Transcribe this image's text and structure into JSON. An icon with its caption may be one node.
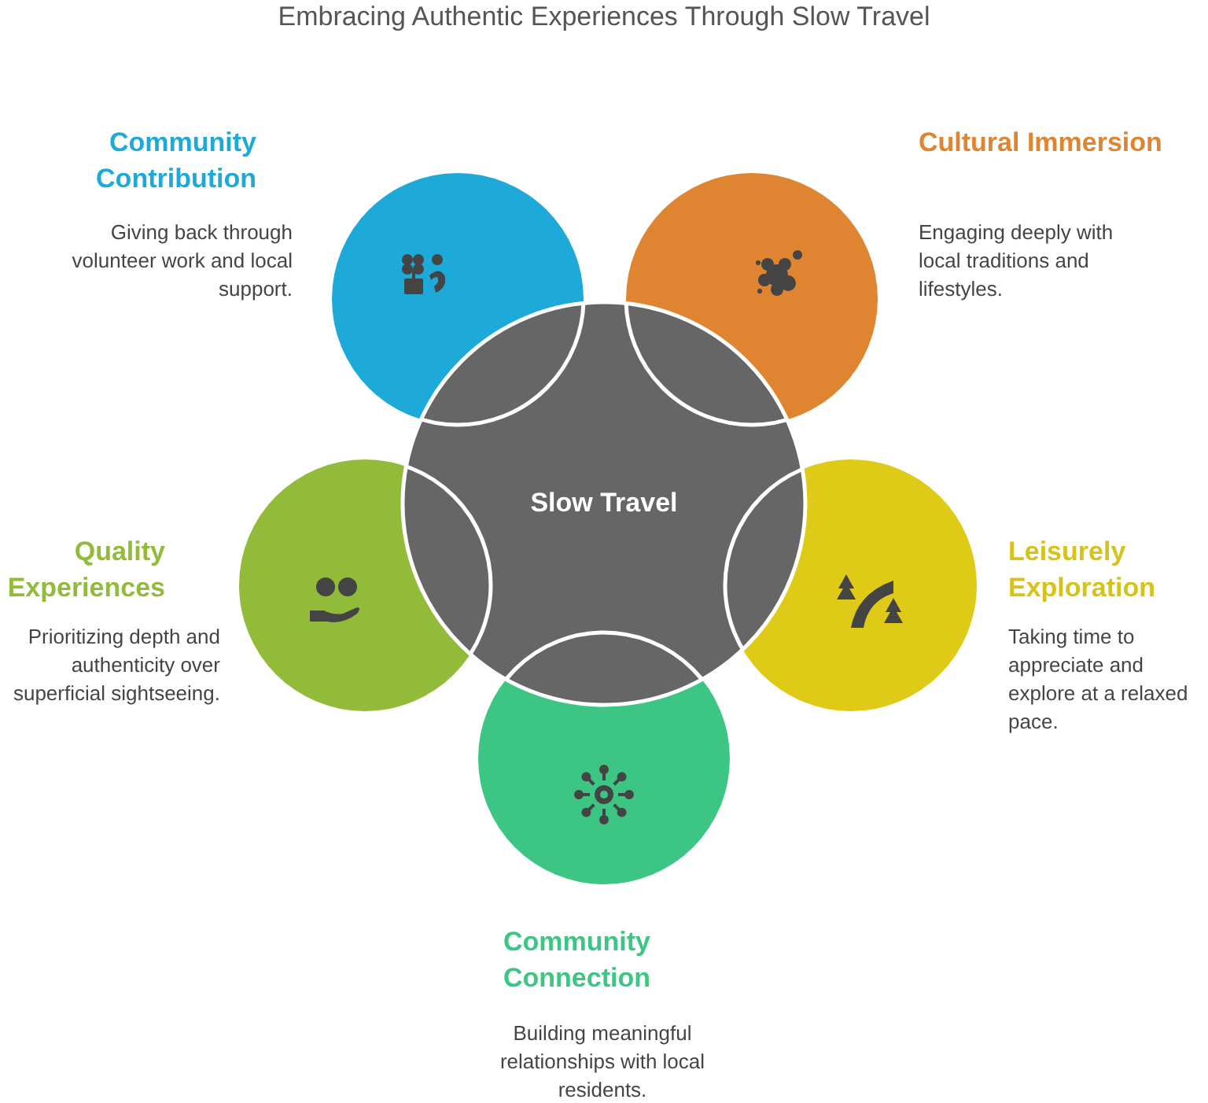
{
  "diagram": {
    "title": "Embracing Authentic Experiences Through Slow Travel",
    "nodes": [
      {
        "text": [
          "Community Contribution",
          "Giving back through volunteer work and local support."
        ]
      },
      {
        "text": [
          "Cultural Immersion",
          "Engaging deeply with local traditions and lifestyles."
        ]
      },
      {
        "text": [
          "Slow Travel"
        ]
      },
      {
        "text": [
          "Quality Experiences",
          "Prioritizing depth and authenticity over superficial sightseeing."
        ]
      },
      {
        "text": [
          "Leisurely Exploration",
          "Taking time to appreciate and explore at a relaxed pace."
        ]
      },
      {
        "text": [
          "Community Connection",
          "Building meaningful relationships with local residents."
        ]
      }
    ]
  }
}
